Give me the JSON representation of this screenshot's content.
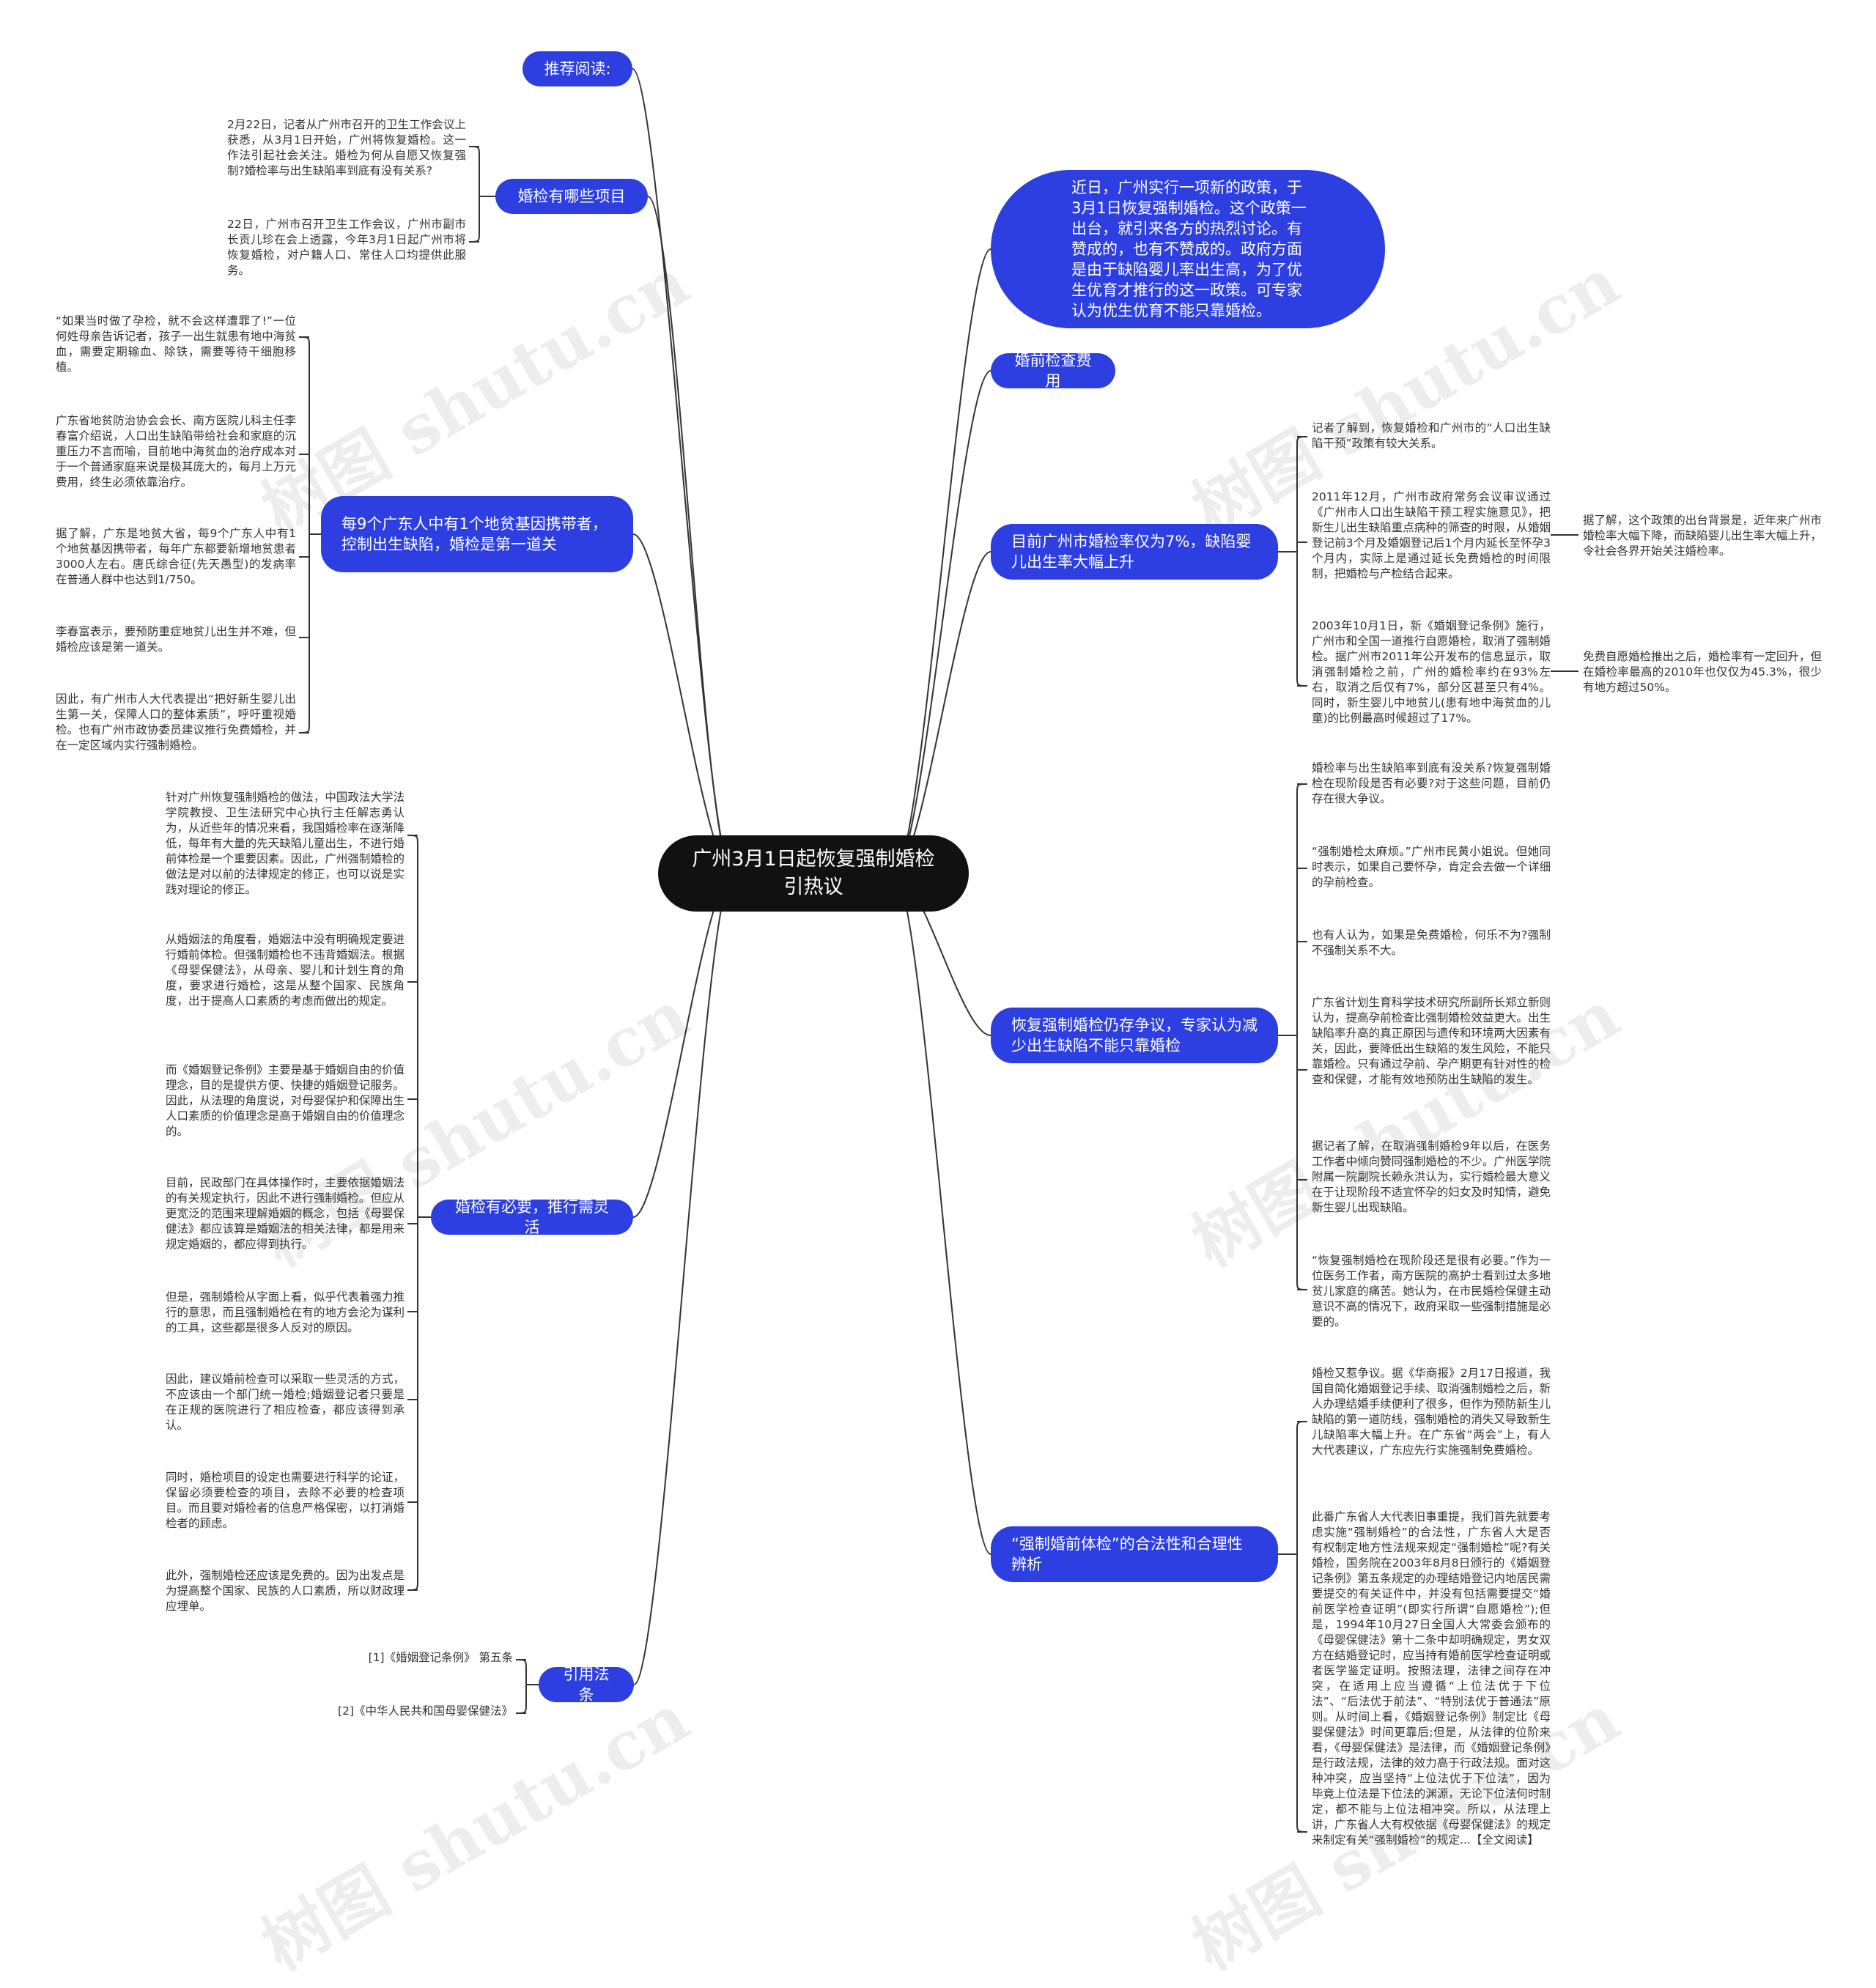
{
  "root": {
    "label": "广州3月1日起恢复强制婚检 引热议"
  },
  "watermark": "树图 shutu.cn",
  "colors": {
    "branch": "#2d3fe0",
    "root": "#111111",
    "line": "#333333"
  },
  "branches": {
    "recommend": {
      "label": "推荐阅读:"
    },
    "items": {
      "label": "婚检有哪些项目",
      "leaves": [
        "2月22日，记者从广州市召开的卫生工作会议上获悉，从3月1日开始，广州将恢复婚检。这一作法引起社会关注。婚检为何从自愿又恢复强制?婚检率与出生缺陷率到底有没有关系?",
        "22日，广州市召开卫生工作会议，广州市副市长贡儿珍在会上透露，今年3月1日起广州市将恢复婚检，对户籍人口、常住人口均提供此服务。"
      ]
    },
    "thalassemia": {
      "label": "每9个广东人中有1个地贫基因携带者，控制出生缺陷，婚检是第一道关",
      "leaves": [
        "“如果当时做了孕检，就不会这样遭罪了!”一位何姓母亲告诉记者，孩子一出生就患有地中海贫血，需要定期输血、除铁，需要等待干细胞移植。",
        "广东省地贫防治协会会长、南方医院儿科主任李春富介绍说，人口出生缺陷带给社会和家庭的沉重压力不言而喻，目前地中海贫血的治疗成本对于一个普通家庭来说是极其庞大的，每月上万元费用，终生必须依靠治疗。",
        "据了解，广东是地贫大省，每9个广东人中有1个地贫基因携带者，每年广东都要新增地贫患者3000人左右。唐氏综合征(先天愚型)的发病率在普通人群中也达到1/750。",
        "李春富表示，要预防重症地贫儿出生并不难，但婚检应该是第一道关。",
        "因此，有广州市人大代表提出“把好新生婴儿出生第一关，保障人口的整体素质”，呼吁重视婚检。也有广州市政协委员建议推行免费婚检，并在一定区域内实行强制婚检。"
      ]
    },
    "necessary": {
      "label": "婚检有必要，推行需灵活",
      "leaves": [
        "针对广州恢复强制婚检的做法，中国政法大学法学院教授、卫生法研究中心执行主任解志勇认为，从近些年的情况来看，我国婚检率在逐渐降低，每年有大量的先天缺陷儿童出生，不进行婚前体检是一个重要因素。因此，广州强制婚检的做法是对以前的法律规定的修正，也可以说是实践对理论的修正。",
        "从婚姻法的角度看，婚姻法中没有明确规定要进行婚前体检。但强制婚检也不违背婚姻法。根据《母婴保健法》，从母亲、婴儿和计划生育的角度，要求进行婚检，这是从整个国家、民族角度，出于提高人口素质的考虑而做出的规定。",
        "而《婚姻登记条例》主要是基于婚姻自由的价值理念，目的是提供方便、快捷的婚姻登记服务。因此，从法理的角度说，对母婴保护和保障出生人口素质的价值理念是高于婚姻自由的价值理念的。",
        "目前，民政部门在具体操作时，主要依据婚姻法的有关规定执行，因此不进行强制婚检。但应从更宽泛的范围来理解婚姻的概念，包括《母婴保健法》都应该算是婚姻法的相关法律，都是用来规定婚姻的，都应得到执行。",
        "但是，强制婚检从字面上看，似乎代表着强力推行的意思，而且强制婚检在有的地方会沦为谋利的工具，这些都是很多人反对的原因。",
        "因此，建议婚前检查可以采取一些灵活的方式，不应该由一个部门统一婚检;婚姻登记者只要是在正规的医院进行了相应检查，都应该得到承认。",
        "同时，婚检项目的设定也需要进行科学的论证，保留必须要检查的项目，去除不必要的检查项目。而且要对婚检者的信息严格保密，以打消婚检者的顾虑。",
        "此外，强制婚检还应该是免费的。因为出发点是为提高整个国家、民族的人口素质，所以财政理应埋单。"
      ]
    },
    "laws": {
      "label": "引用法条",
      "leaves": [
        "[1]《婚姻登记条例》 第五条",
        "[2]《中华人民共和国母婴保健法》"
      ]
    },
    "intro": {
      "label": "近日，广州实行一项新的政策，于3月1日恢复强制婚检。这个政策一出台，就引来各方的热烈讨论。有赞成的，也有不赞成的。政府方面是由于缺陷婴儿率出生高，为了优生优育才推行的这一政策。可专家认为优生优育不能只靠婚检。"
    },
    "fee": {
      "label": "婚前检查费用"
    },
    "rate": {
      "label": "目前广州市婚检率仅为7%，缺陷婴儿出生率大幅上升",
      "leaves": [
        "记者了解到，恢复婚检和广州市的“人口出生缺陷干预”政策有较大关系。",
        "2011年12月，广州市政府常务会议审议通过《广州市人口出生缺陷干预工程实施意见》，把新生儿出生缺陷重点病种的筛查的时限，从婚姻登记前3个月及婚姻登记后1个月内延长至怀孕3个月内，实际上是通过延长免费婚检的时间限制，把婚检与产检结合起来。",
        "2003年10月1日，新《婚姻登记条例》施行，广州市和全国一道推行自愿婚检，取消了强制婚检。据广州市2011年公开发布的信息显示，取消强制婚检之前，广州的婚检率约在93%左右，取消之后仅有7%，部分区甚至只有4%。同时，新生婴儿中地贫儿(患有地中海贫血的儿童)的比例最高时候超过了17%。"
      ],
      "subleaves": [
        "据了解，这个政策的出台背景是，近年来广州市婚检率大幅下降，而缺陷婴儿出生率大幅上升，令社会各界开始关注婚检率。",
        "免费自愿婚检推出之后，婚检率有一定回升，但在婚检率最高的2010年也仅仅为45.3%，很少有地方超过50%。"
      ]
    },
    "controversy": {
      "label": "恢复强制婚检仍存争议，专家认为减少出生缺陷不能只靠婚检",
      "leaves": [
        "婚检率与出生缺陷率到底有没关系?恢复强制婚检在现阶段是否有必要?对于这些问题，目前仍存在很大争议。",
        "“强制婚检太麻烦。”广州市民黄小姐说。但她同时表示，如果自己要怀孕，肯定会去做一个详细的孕前检查。",
        "也有人认为，如果是免费婚检，何乐不为?强制不强制关系不大。",
        "广东省计划生育科学技术研究所副所长郑立新则认为，提高孕前检查比强制婚检效益更大。出生缺陷率升高的真正原因与遗传和环境两大因素有关，因此，要降低出生缺陷的发生风险，不能只靠婚检。只有通过孕前、孕产期更有针对性的检查和保健，才能有效地预防出生缺陷的发生。",
        "据记者了解，在取消强制婚检9年以后，在医务工作者中倾向赞同强制婚检的不少。广州医学院附属一院副院长赖永洪认为，实行婚检最大意义在于让现阶段不适宜怀孕的妇女及时知情，避免新生婴儿出现缺陷。",
        "“恢复强制婚检在现阶段还是很有必要。”作为一位医务工作者，南方医院的高护士看到过太多地贫儿家庭的痛苦。她认为，在市民婚检保健主动意识不高的情况下，政府采取一些强制措施是必要的。"
      ]
    },
    "legality": {
      "label": "“强制婚前体检”的合法性和合理性辨析",
      "leaves": [
        "婚检又惹争议。据《华商报》2月17日报道，我国自简化婚姻登记手续、取消强制婚检之后，新人办理结婚手续便利了很多，但作为预防新生儿缺陷的第一道防线，强制婚检的消失又导致新生儿缺陷率大幅上升。在广东省“两会”上，有人大代表建议，广东应先行实施强制免费婚检。",
        "此番广东省人大代表旧事重提，我们首先就要考虑实施“强制婚检”的合法性，广东省人大是否有权制定地方性法规来规定“强制婚检”呢?有关婚检，国务院在2003年8月8日颁行的《婚姻登记条例》第五条规定的办理结婚登记内地居民需要提交的有关证件中，并没有包括需要提交“婚前医学检查证明”(即实行所谓“自愿婚检”);但是，1994年10月27日全国人大常委会颁布的《母婴保健法》第十二条中却明确规定，男女双方在结婚登记时，应当持有婚前医学检查证明或者医学鉴定证明。按照法理，法律之间存在冲突，在适用上应当遵循“上位法优于下位法”、“后法优于前法”、“特别法优于普通法”原则。从时间上看，《婚姻登记条例》制定比《母婴保健法》时间更靠后;但是，从法律的位阶来看，《母婴保健法》是法律，而《婚姻登记条例》是行政法规，法律的效力高于行政法规。面对这种冲突，应当坚持“上位法优于下位法”，因为毕竟上位法是下位法的渊源，无论下位法何时制定，都不能与上位法相冲突。所以，从法理上讲，广东省人大有权依据《母婴保健法》的规定来制定有关“强制婚检”的规定...【全文阅读】"
      ]
    }
  }
}
